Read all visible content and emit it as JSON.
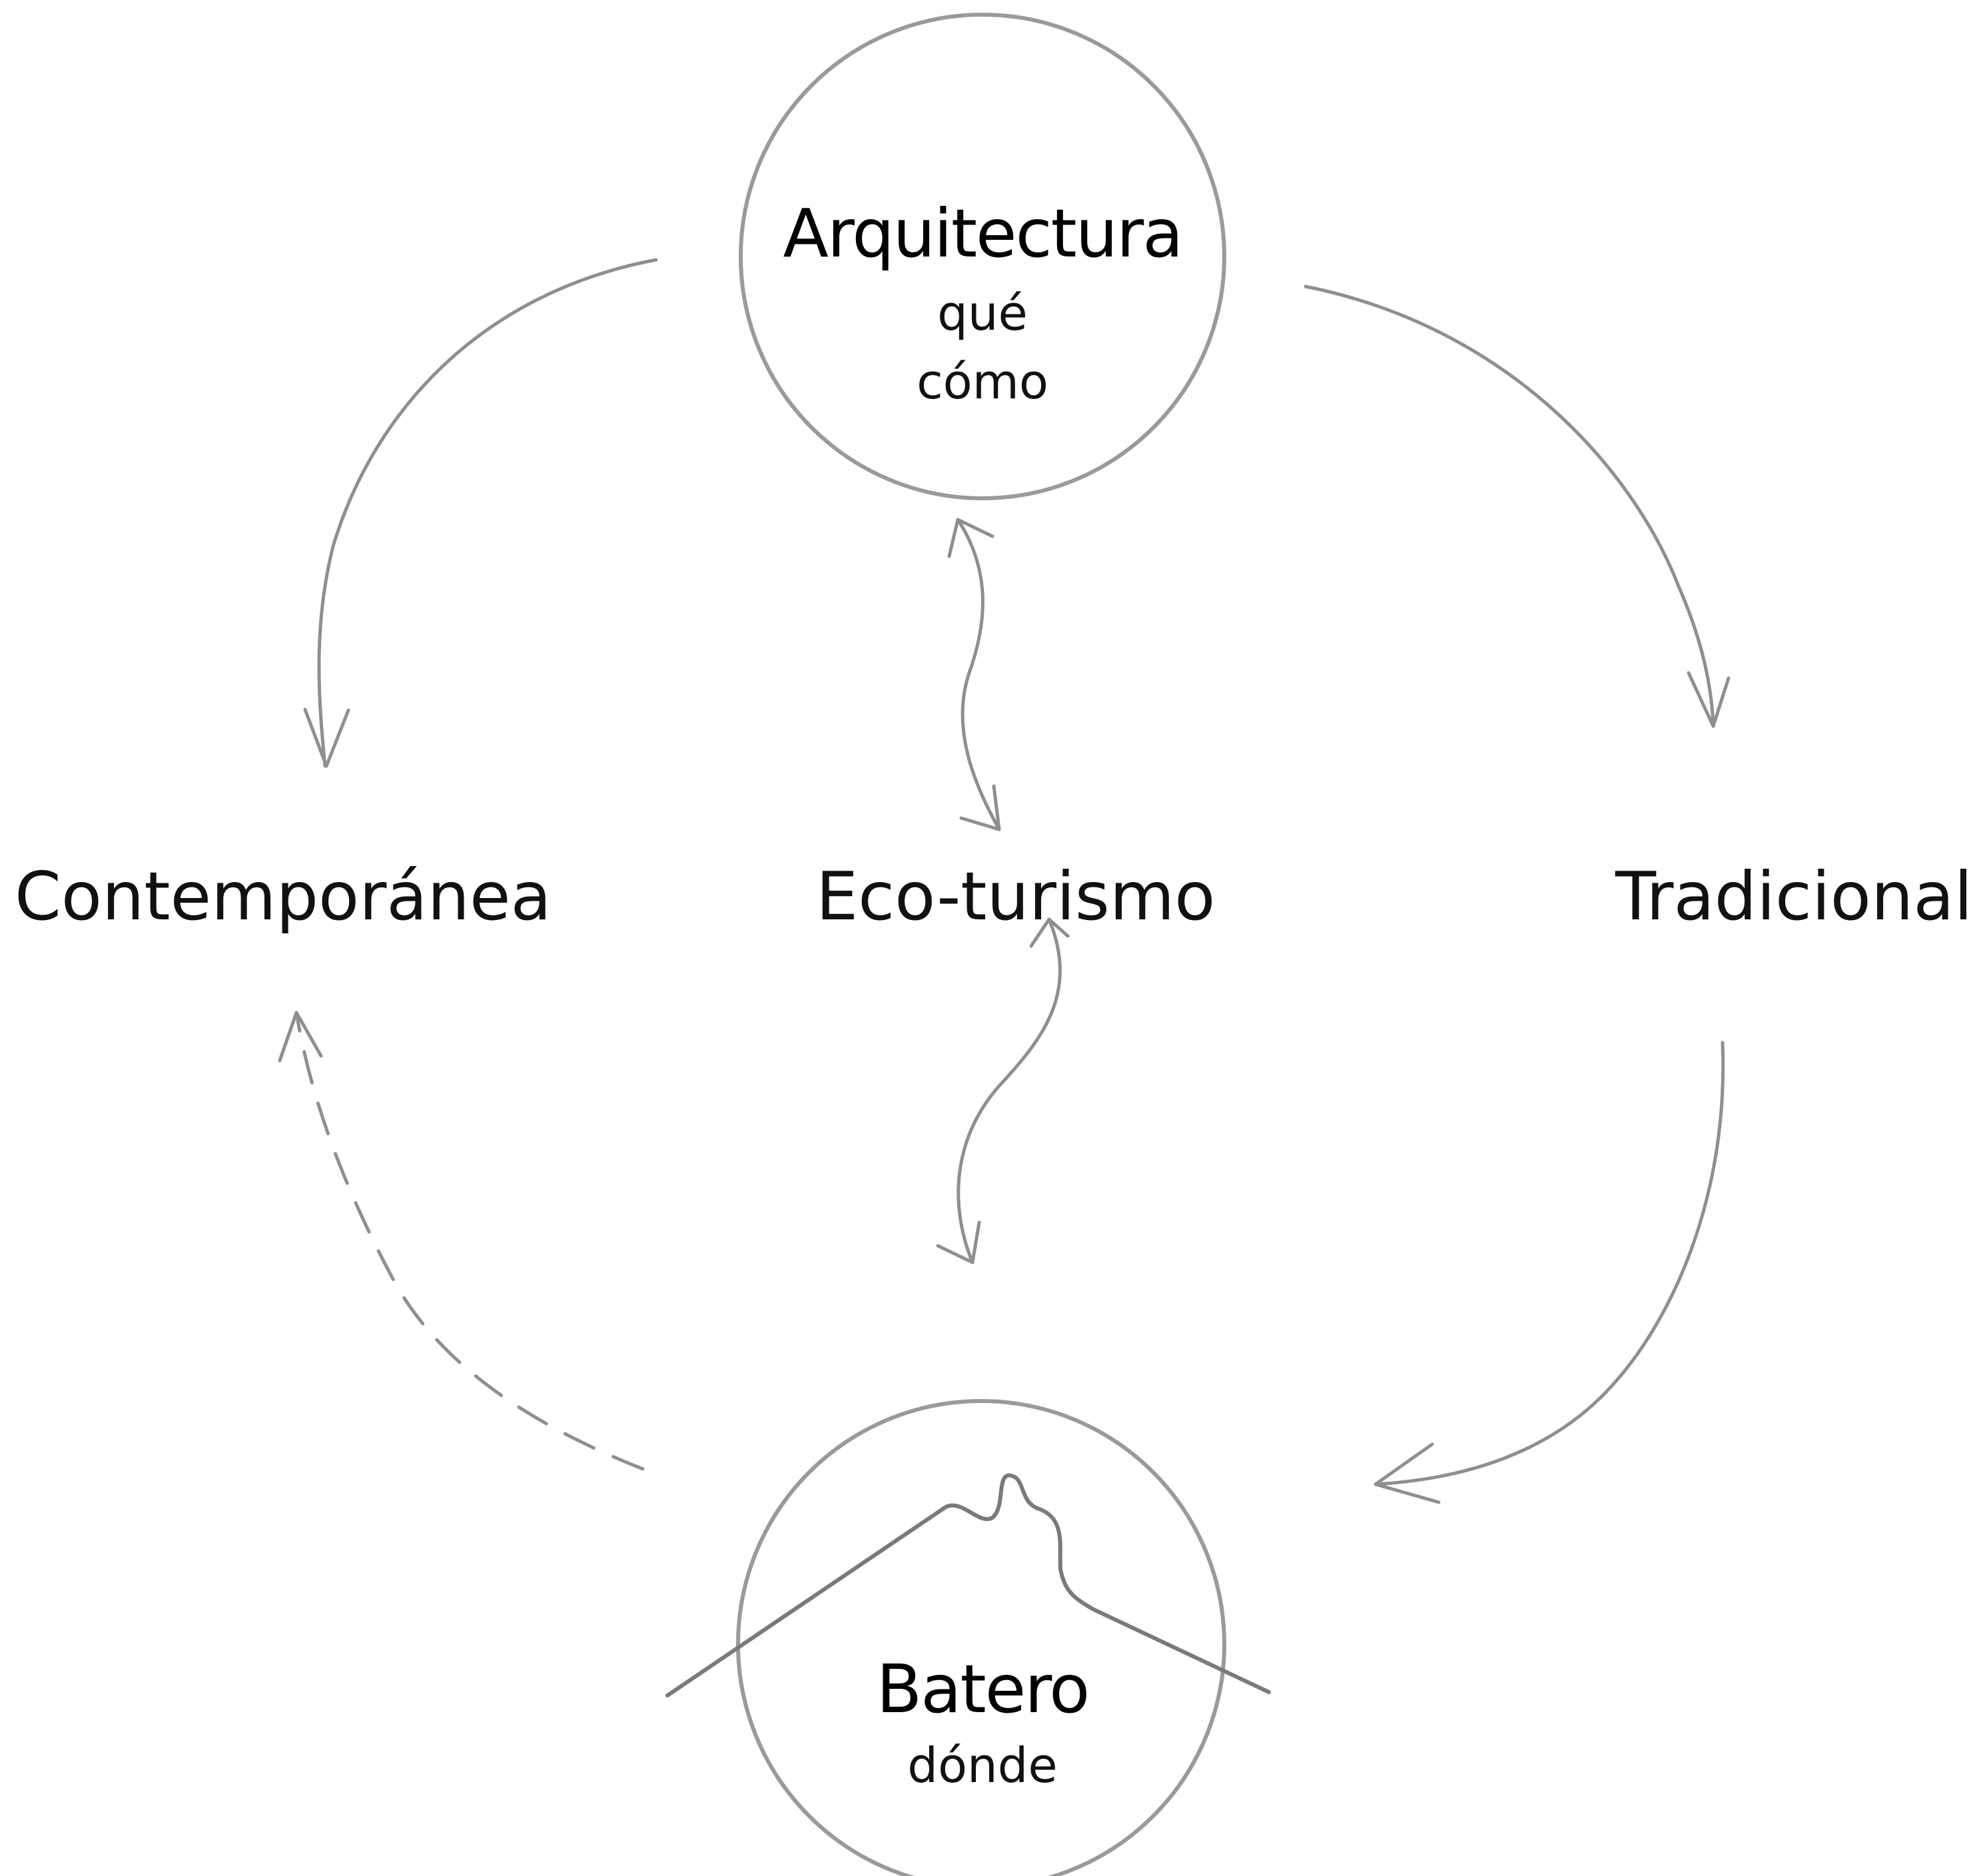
{
  "nodes": {
    "top": {
      "title": "Arquitectura",
      "lines": [
        "qué",
        "cómo"
      ]
    },
    "bottom": {
      "title": "Batero",
      "lines": [
        "dónde"
      ]
    }
  },
  "labels": {
    "left": "Contemporánea",
    "center": "Eco-turismo",
    "right": "Tradicional"
  },
  "colors": {
    "stroke": "#8f8f8f",
    "circle": "#9a9a9a",
    "text": "#111111"
  },
  "connectors": [
    {
      "from": "Arquitectura",
      "to": "Contemporánea",
      "style": "solid"
    },
    {
      "from": "Arquitectura",
      "to": "Tradicional",
      "style": "solid"
    },
    {
      "from": "Arquitectura",
      "to": "Eco-turismo",
      "style": "bidirectional"
    },
    {
      "from": "Eco-turismo",
      "to": "Batero",
      "style": "bidirectional"
    },
    {
      "from": "Tradicional",
      "to": "Batero",
      "style": "solid"
    },
    {
      "from": "Batero",
      "to": "Contemporánea",
      "style": "dashed"
    }
  ]
}
